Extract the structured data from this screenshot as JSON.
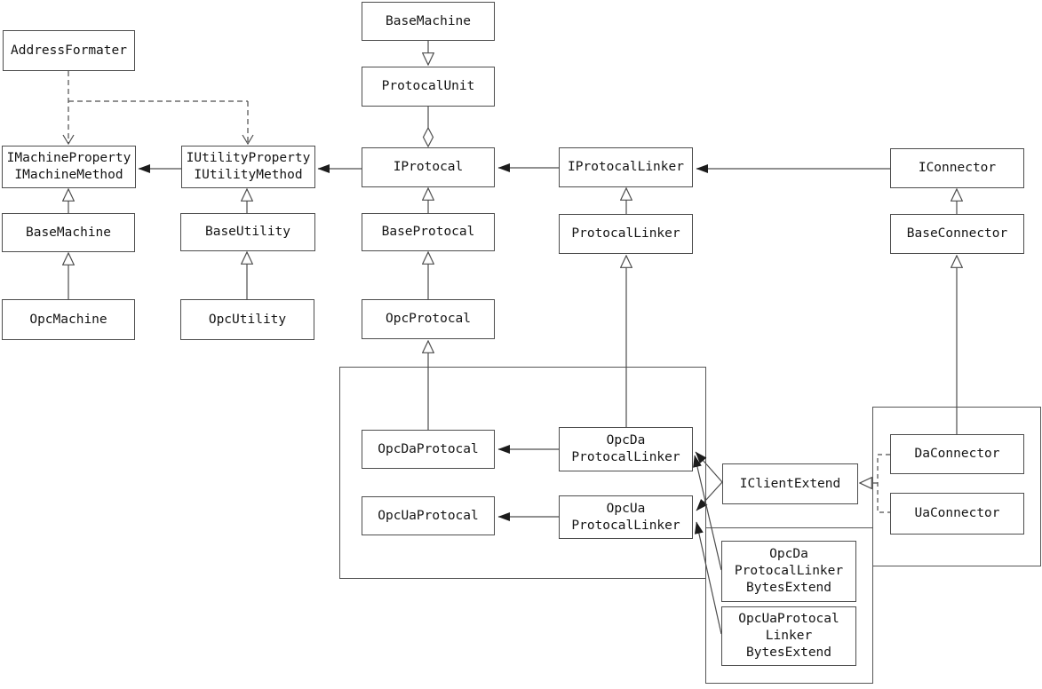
{
  "colors": {
    "line": "#4d4d4d",
    "arrow_fill": "#1c1c1c",
    "box_border": "#4d4d4d",
    "background": "#ffffff",
    "text": "#141414"
  },
  "boxes": {
    "addressFormater": {
      "label": "AddressFormater"
    },
    "baseMachineTop": {
      "label": "BaseMachine"
    },
    "protocalUnit": {
      "label": "ProtocalUnit"
    },
    "iMachine": {
      "label": "IMachineProperty\nIMachineMethod"
    },
    "iUtility": {
      "label": "IUtilityProperty\nIUtilityMethod"
    },
    "iProtocal": {
      "label": "IProtocal"
    },
    "iProtocalLinker": {
      "label": "IProtocalLinker"
    },
    "iConnector": {
      "label": "IConnector"
    },
    "baseMachine": {
      "label": "BaseMachine"
    },
    "baseUtility": {
      "label": "BaseUtility"
    },
    "baseProtocal": {
      "label": "BaseProtocal"
    },
    "protocalLinker": {
      "label": "ProtocalLinker"
    },
    "baseConnector": {
      "label": "BaseConnector"
    },
    "opcMachine": {
      "label": "OpcMachine"
    },
    "opcUtility": {
      "label": "OpcUtility"
    },
    "opcProtocal": {
      "label": "OpcProtocal"
    },
    "opcDaProtocal": {
      "label": "OpcDaProtocal"
    },
    "opcDaProtocalLinker": {
      "label": "OpcDa\nProtocalLinker"
    },
    "opcUaProtocal": {
      "label": "OpcUaProtocal"
    },
    "opcUaProtocalLinker": {
      "label": "OpcUa\nProtocalLinker"
    },
    "iClientExtend": {
      "label": "IClientExtend"
    },
    "daConnector": {
      "label": "DaConnector"
    },
    "uaConnector": {
      "label": "UaConnector"
    },
    "opcDaBytesExtend": {
      "label": "OpcDa\nProtocalLinker\nBytesExtend"
    },
    "opcUaBytesExtend": {
      "label": "OpcUaProtocal\nLinker\nBytesExtend"
    }
  },
  "edges": [
    {
      "type": "generalization",
      "from": "BaseMachine(top)",
      "to": "ProtocalUnit"
    },
    {
      "type": "aggregation",
      "from": "ProtocalUnit",
      "to": "IProtocal"
    },
    {
      "type": "dependency",
      "from": "AddressFormater",
      "to": "IMachineProperty/IMachineMethod"
    },
    {
      "type": "dependency",
      "from": "AddressFormater",
      "to": "IUtilityProperty/IUtilityMethod"
    },
    {
      "type": "association",
      "from": "IUtilityProperty/IUtilityMethod",
      "to": "IMachineProperty/IMachineMethod"
    },
    {
      "type": "association",
      "from": "IProtocal",
      "to": "IUtilityProperty/IUtilityMethod"
    },
    {
      "type": "association",
      "from": "IProtocalLinker",
      "to": "IProtocal"
    },
    {
      "type": "association",
      "from": "IConnector",
      "to": "IProtocalLinker"
    },
    {
      "type": "generalization",
      "from": "BaseMachine",
      "to": "IMachineProperty/IMachineMethod"
    },
    {
      "type": "generalization",
      "from": "OpcMachine",
      "to": "BaseMachine"
    },
    {
      "type": "generalization",
      "from": "BaseUtility",
      "to": "IUtilityProperty/IUtilityMethod"
    },
    {
      "type": "generalization",
      "from": "OpcUtility",
      "to": "BaseUtility"
    },
    {
      "type": "generalization",
      "from": "BaseProtocal",
      "to": "IProtocal"
    },
    {
      "type": "generalization",
      "from": "OpcProtocal",
      "to": "BaseProtocal"
    },
    {
      "type": "generalization",
      "from": "ProtocalLinker",
      "to": "IProtocalLinker"
    },
    {
      "type": "generalization",
      "from": "BaseConnector",
      "to": "IConnector"
    },
    {
      "type": "generalization",
      "from": "OpcDaProtocal",
      "to": "OpcProtocal"
    },
    {
      "type": "generalization",
      "from": "OpcDaProtocalLinker",
      "to": "ProtocalLinker"
    },
    {
      "type": "generalization",
      "from": "DaConnector",
      "to": "BaseConnector"
    },
    {
      "type": "association",
      "from": "OpcDaProtocalLinker",
      "to": "OpcDaProtocal"
    },
    {
      "type": "association",
      "from": "OpcUaProtocalLinker",
      "to": "OpcUaProtocal"
    },
    {
      "type": "association",
      "from": "IClientExtend",
      "to": "OpcDaProtocalLinker"
    },
    {
      "type": "association",
      "from": "IClientExtend",
      "to": "OpcUaProtocalLinker"
    },
    {
      "type": "association",
      "from": "OpcDaProtocalLinkerBytesExtend",
      "to": "OpcDaProtocalLinker"
    },
    {
      "type": "association",
      "from": "OpcUaProtocalLinkerBytesExtend",
      "to": "OpcUaProtocalLinker"
    },
    {
      "type": "realization",
      "from": "DaConnector",
      "to": "IClientExtend"
    },
    {
      "type": "realization",
      "from": "UaConnector",
      "to": "IClientExtend"
    }
  ]
}
